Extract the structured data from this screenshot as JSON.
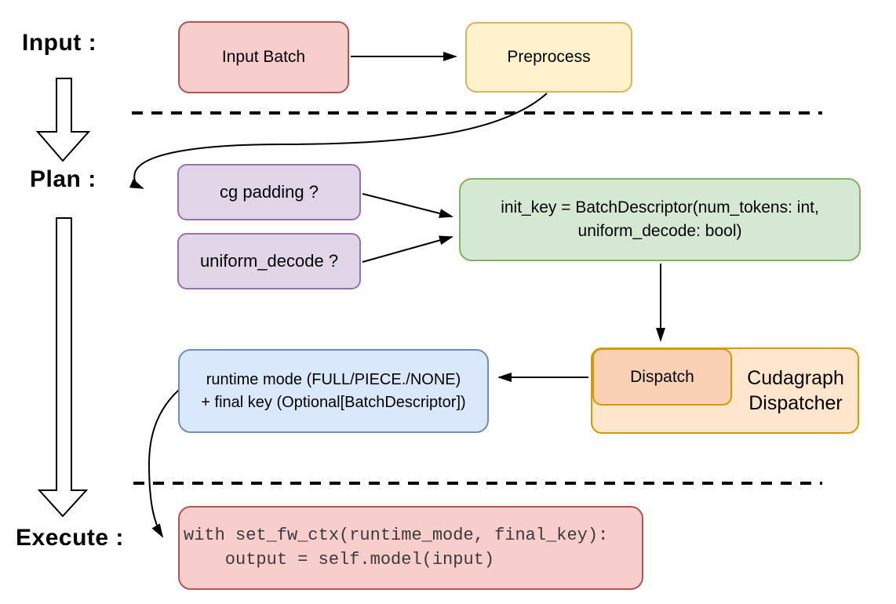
{
  "sections": {
    "input": "Input :",
    "plan": "Plan :",
    "execute": "Execute :"
  },
  "nodes": {
    "input_batch": {
      "label": "Input Batch"
    },
    "preprocess": {
      "label": "Preprocess"
    },
    "cg_padding": {
      "label": "cg padding ?"
    },
    "uniform_decode": {
      "label": "uniform_decode ?"
    },
    "init_key": {
      "line1": "init_key = BatchDescriptor(num_tokens: int,",
      "line2": "uniform_decode: bool)"
    },
    "runtime_mode": {
      "line1": "runtime mode (FULL/PIECE./NONE)",
      "line2": "+ final key (Optional[BatchDescriptor])"
    },
    "dispatch": {
      "label": "Dispatch"
    },
    "cudagraph_dispatcher": {
      "line1": "Cudagraph",
      "line2": "Dispatcher"
    },
    "execute_code": {
      "line1": "with set_fw_ctx(runtime_mode, final_key):",
      "line2": "    output = self.model(input)"
    }
  },
  "palette": {
    "red_fill": "#f8cecc",
    "red_stroke": "#b85450",
    "yellow_fill": "#fff2cc",
    "yellow_stroke": "#d6b656",
    "purple_fill": "#e1d5e7",
    "purple_stroke": "#9673a6",
    "green_fill": "#d5e8d4",
    "green_stroke": "#82b366",
    "blue_fill": "#dae8fc",
    "blue_stroke": "#6c8ebf",
    "orange_fill": "#ffe6cc",
    "orange_stroke": "#d79b00",
    "dispatch_fill": "#fad1b5",
    "connector_color": "#000000"
  }
}
